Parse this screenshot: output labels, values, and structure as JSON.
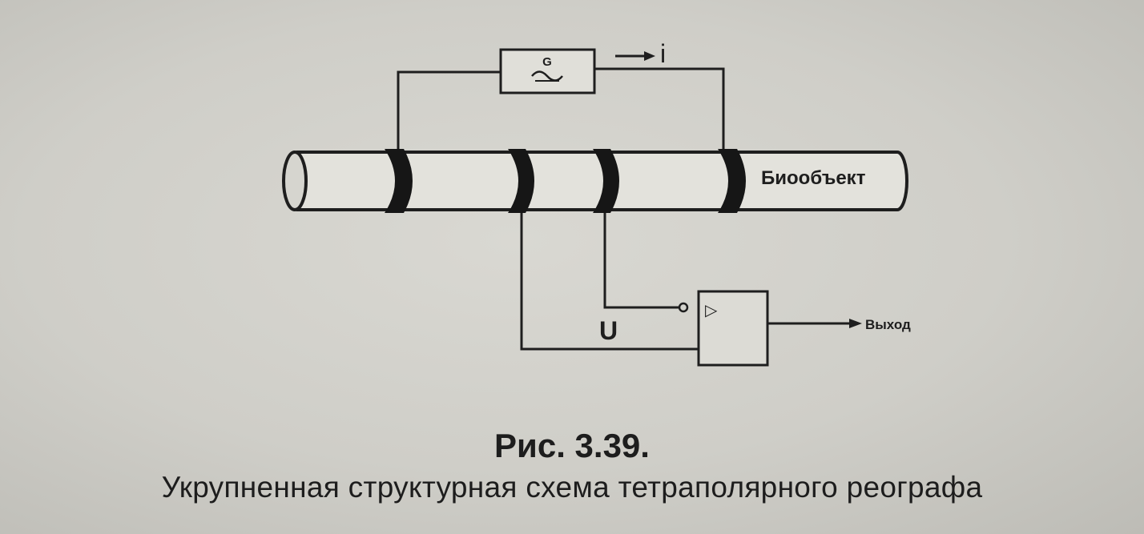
{
  "diagram": {
    "generator_label": "G",
    "current_label": "i",
    "biobject_label": "Биообъект",
    "voltage_label": "U",
    "amplifier_symbol": "▷",
    "output_label": "Выход"
  },
  "caption": {
    "figure_number": "Рис. 3.39.",
    "figure_title": "Укрупненная структурная схема тетраполярного реографа"
  }
}
